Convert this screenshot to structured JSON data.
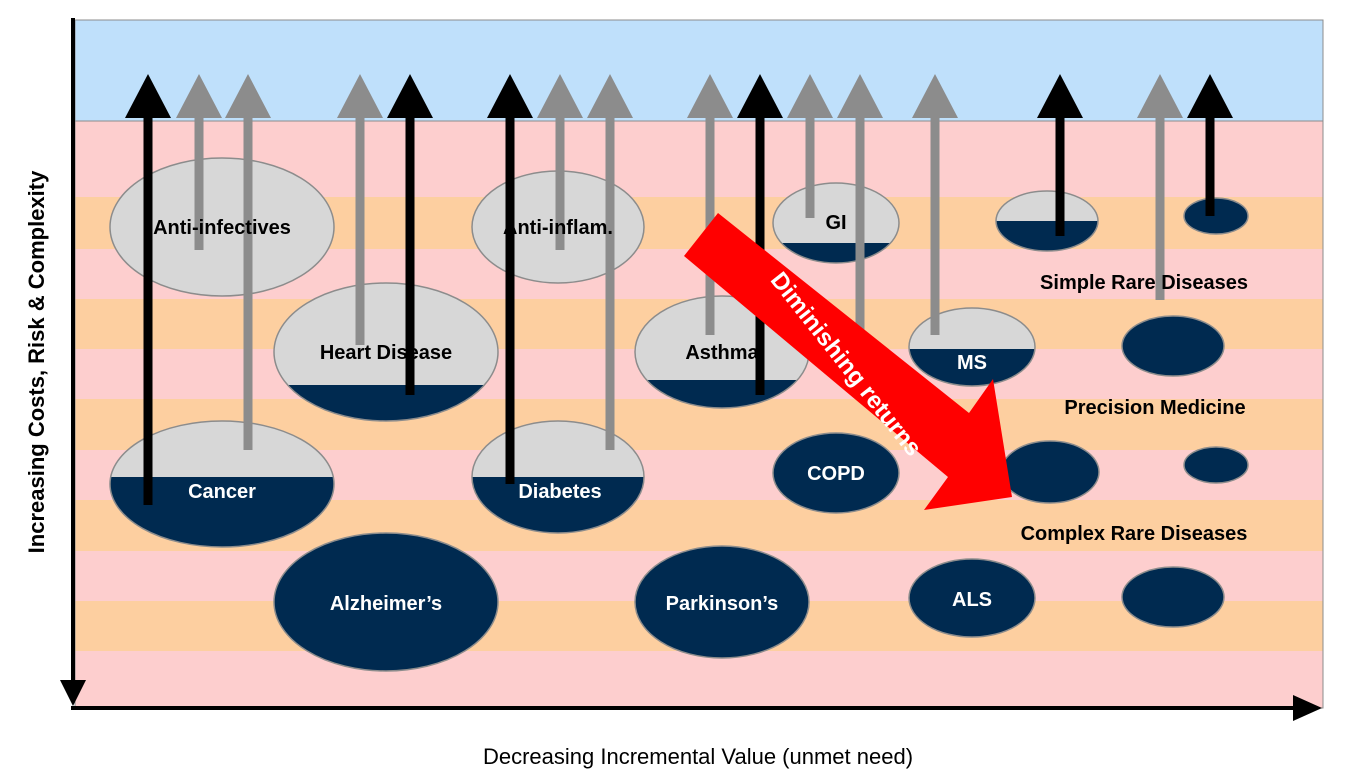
{
  "axes": {
    "y_title": "Increasing Costs, Risk & Complexity",
    "x_title": "Decreasing Incremental Value (unmet need)"
  },
  "diseases": {
    "anti_infectives": "Anti-infectives",
    "anti_inflam": "Anti-inflam.",
    "gi": "GI",
    "heart_disease": "Heart Disease",
    "asthma": "Asthma",
    "ms": "MS",
    "cancer": "Cancer",
    "diabetes": "Diabetes",
    "copd": "COPD",
    "alzheimers": "Alzheimer’s",
    "parkinsons": "Parkinson’s",
    "als": "ALS"
  },
  "categories": {
    "simple_rare": "Simple Rare Diseases",
    "precision": "Precision Medicine",
    "complex_rare": "Complex Rare Diseases"
  },
  "trend_label": "Diminishing returns",
  "colors": {
    "ceiling_band": "#bfe0fb",
    "pink_band": "#fdcece",
    "orange_band": "#fdcfa0",
    "navy": "#002a50",
    "gray_fill": "#d7d7d7",
    "gray_arrow": "#8c8c8c",
    "black_arrow": "#000000",
    "trend_arrow": "#ff0000"
  }
}
